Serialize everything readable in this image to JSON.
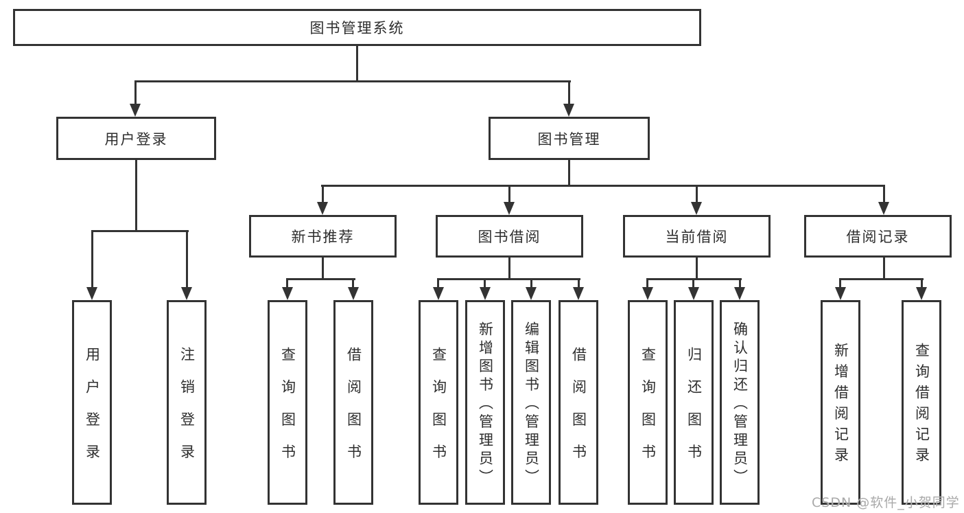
{
  "diagram_title": "图书管理系统",
  "tree": {
    "label": "图书管理系统",
    "children": [
      {
        "label": "用户登录",
        "children": [
          {
            "label": "用户登录"
          },
          {
            "label": "注销登录"
          }
        ]
      },
      {
        "label": "图书管理",
        "children": [
          {
            "label": "新书推荐",
            "children": [
              {
                "label": "查询图书"
              },
              {
                "label": "借阅图书"
              }
            ]
          },
          {
            "label": "图书借阅",
            "children": [
              {
                "label": "查询图书"
              },
              {
                "label": "新增图书（管理员）"
              },
              {
                "label": "编辑图书（管理员）"
              },
              {
                "label": "借阅图书"
              }
            ]
          },
          {
            "label": "当前借阅",
            "children": [
              {
                "label": "查询图书"
              },
              {
                "label": "归还图书"
              },
              {
                "label": "确认归还（管理员）"
              }
            ]
          },
          {
            "label": "借阅记录",
            "children": [
              {
                "label": "新增借阅记录"
              },
              {
                "label": "查询借阅记录"
              }
            ]
          }
        ]
      }
    ]
  },
  "watermark": "CSDN @软件_小贺同学",
  "colors": {
    "line": "#333333",
    "text": "#2e2e2e",
    "background": "#ffffff",
    "watermark": "#a9a9a9"
  }
}
